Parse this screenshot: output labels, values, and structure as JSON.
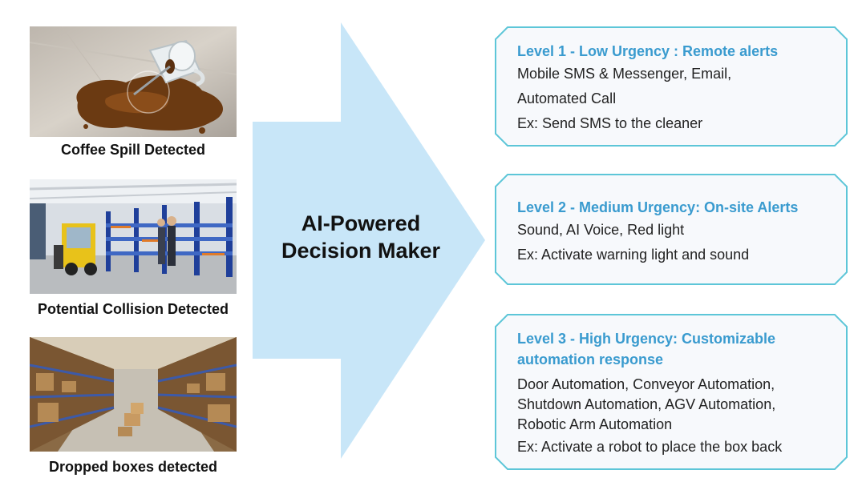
{
  "detections": {
    "coffee": {
      "caption": "Coffee Spill Detected"
    },
    "collision": {
      "caption": "Potential Collision Detected"
    },
    "boxes": {
      "caption": "Dropped boxes detected"
    }
  },
  "decision": {
    "line1": "AI-Powered",
    "line2": "Decision Maker"
  },
  "levels": [
    {
      "title": "Level 1 - Low Urgency : Remote alerts",
      "lines": [
        "Mobile SMS & Messenger, Email,",
        "Automated Call",
        "Ex: Send SMS to the cleaner"
      ]
    },
    {
      "title": "Level 2 - Medium Urgency: On-site Alerts",
      "lines": [
        "Sound, AI Voice, Red light",
        "Ex: Activate warning light and sound"
      ]
    },
    {
      "title_line1": "Level 3 - High Urgency: Customizable",
      "title_line2": "automation response",
      "lines": [
        "Door Automation, Conveyor Automation,",
        "Shutdown Automation, AGV Automation,",
        "Robotic Arm Automation",
        "Ex: Activate a robot to place the box back"
      ]
    }
  ],
  "colors": {
    "arrow": "#c8e6f8",
    "box_border": "#5dc6d8",
    "box_fill": "#f7f9fc",
    "title": "#3a9bcf"
  }
}
